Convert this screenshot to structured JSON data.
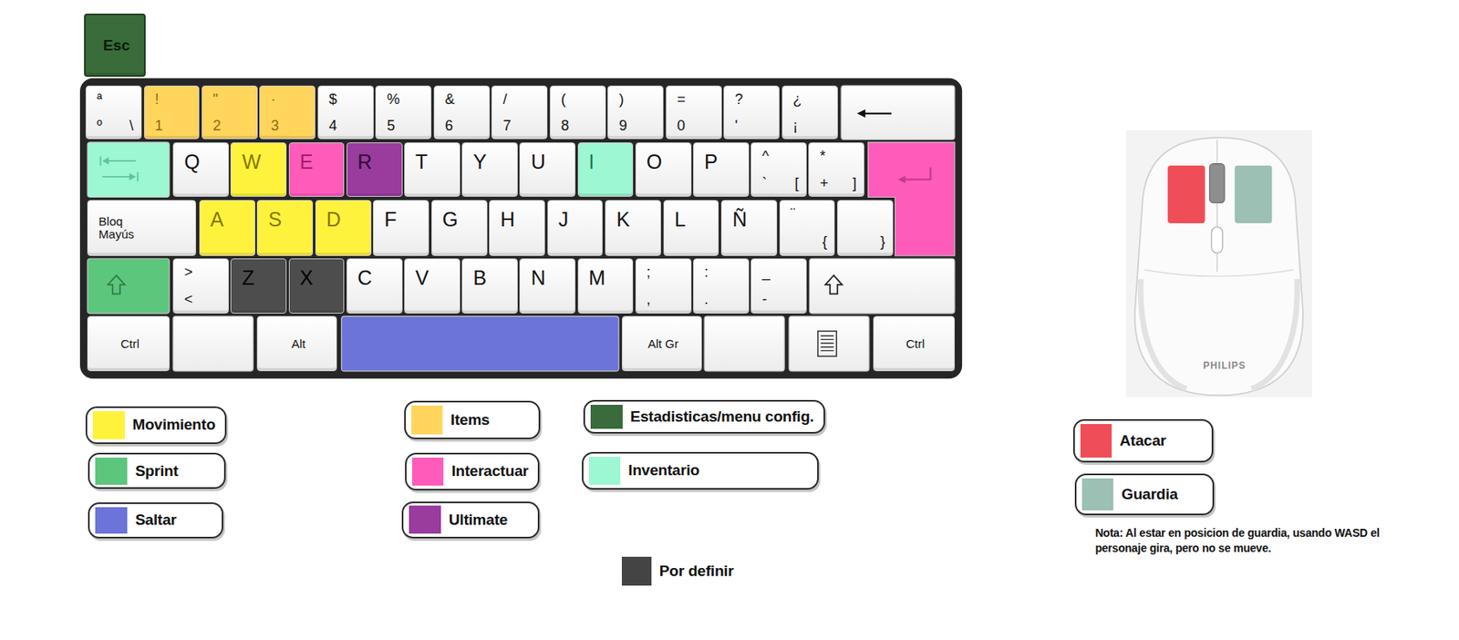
{
  "diagram": {
    "nodes": [
      {
        "text": [
          "Esc"
        ]
      },
      {
        "text": [
          "ª",
          "º",
          "\\"
        ]
      },
      {
        "text": [
          "!",
          "1"
        ]
      },
      {
        "text": [
          "\"",
          "2"
        ]
      },
      {
        "text": [
          "·",
          "3"
        ]
      },
      {
        "text": [
          "$",
          "4"
        ]
      },
      {
        "text": [
          "%",
          "5"
        ]
      },
      {
        "text": [
          "&",
          "6"
        ]
      },
      {
        "text": [
          "/",
          "7"
        ]
      },
      {
        "text": [
          "(",
          "8"
        ]
      },
      {
        "text": [
          ")",
          "9"
        ]
      },
      {
        "text": [
          "=",
          "0"
        ]
      },
      {
        "text": [
          "?",
          "'"
        ]
      },
      {
        "text": [
          "¿",
          "¡"
        ]
      },
      {
        "text": [
          "Q"
        ]
      },
      {
        "text": [
          "W"
        ]
      },
      {
        "text": [
          "E"
        ]
      },
      {
        "text": [
          "R"
        ]
      },
      {
        "text": [
          "T"
        ]
      },
      {
        "text": [
          "Y"
        ]
      },
      {
        "text": [
          "U"
        ]
      },
      {
        "text": [
          "I"
        ]
      },
      {
        "text": [
          "O"
        ]
      },
      {
        "text": [
          "P"
        ]
      },
      {
        "text": [
          "^",
          "`",
          "["
        ]
      },
      {
        "text": [
          "*",
          "+",
          "]"
        ]
      },
      {
        "text": [
          "Bloq Mayús"
        ]
      },
      {
        "text": [
          "A"
        ]
      },
      {
        "text": [
          "S"
        ]
      },
      {
        "text": [
          "D"
        ]
      },
      {
        "text": [
          "F"
        ]
      },
      {
        "text": [
          "G"
        ]
      },
      {
        "text": [
          "H"
        ]
      },
      {
        "text": [
          "J"
        ]
      },
      {
        "text": [
          "K"
        ]
      },
      {
        "text": [
          "L"
        ]
      },
      {
        "text": [
          "Ñ"
        ]
      },
      {
        "text": [
          "¨",
          "{"
        ]
      },
      {
        "text": [
          "}"
        ]
      },
      {
        "text": [
          ">",
          "<"
        ]
      },
      {
        "text": [
          "Z"
        ]
      },
      {
        "text": [
          "X"
        ]
      },
      {
        "text": [
          "C"
        ]
      },
      {
        "text": [
          "V"
        ]
      },
      {
        "text": [
          "B"
        ]
      },
      {
        "text": [
          "N"
        ]
      },
      {
        "text": [
          "M"
        ]
      },
      {
        "text": [
          ";",
          ","
        ]
      },
      {
        "text": [
          ":",
          "."
        ]
      },
      {
        "text": [
          "_",
          "-"
        ]
      },
      {
        "text": [
          "Ctrl"
        ]
      },
      {
        "text": [
          "Alt"
        ]
      },
      {
        "text": [
          "Alt Gr"
        ]
      },
      {
        "text": [
          "Ctrl"
        ]
      }
    ],
    "labels": [
      "PHILIPS",
      "Nota: Al estar en posicion de guardia, usando WASD el personaje gira, pero no se mueve."
    ],
    "legend": [
      {
        "text": "Movimiento",
        "color": "#FFF23C"
      },
      {
        "text": "Items",
        "color": "#FFD55C"
      },
      {
        "text": "Estadisticas/menu config.",
        "color": "#3A6B3A"
      },
      {
        "text": "Sprint",
        "color": "#5CC67D"
      },
      {
        "text": "Interactuar",
        "color": "#FF5BBB"
      },
      {
        "text": "Inventario",
        "color": "#9CF7D2"
      },
      {
        "text": "Saltar",
        "color": "#6C74DA"
      },
      {
        "text": "Ultimate",
        "color": "#9A3B9E"
      },
      {
        "text": "Por definir",
        "color": "#444444"
      },
      {
        "text": "Atacar",
        "color": "#EF4D58"
      },
      {
        "text": "Guardia",
        "color": "#9CC0B3"
      }
    ]
  }
}
